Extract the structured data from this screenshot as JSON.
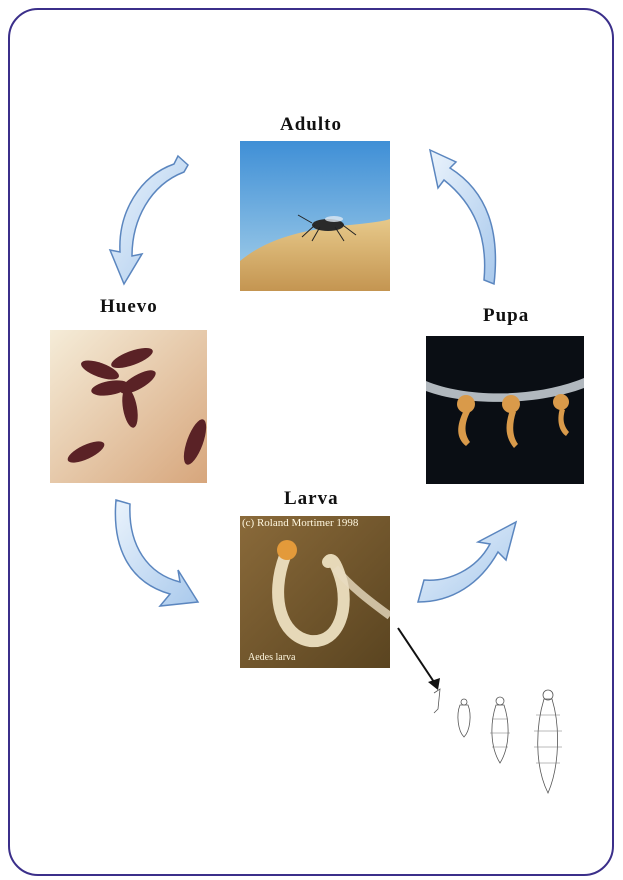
{
  "stages": {
    "adulto": {
      "label": "Adulto"
    },
    "huevo": {
      "label": "Huevo"
    },
    "pupa": {
      "label": "Pupa"
    },
    "larva": {
      "label": "Larva",
      "photo_caption_top": "(c) Roland Mortimer 1998",
      "photo_caption_bottom": "Aedes larva"
    }
  },
  "colors": {
    "frame": "#3b2f8a",
    "arrow_fill": "#c4dcf3",
    "arrow_stroke": "#5b86bf"
  },
  "icons": [
    "cycle-arrow-icon",
    "pointer-arrow-icon"
  ]
}
